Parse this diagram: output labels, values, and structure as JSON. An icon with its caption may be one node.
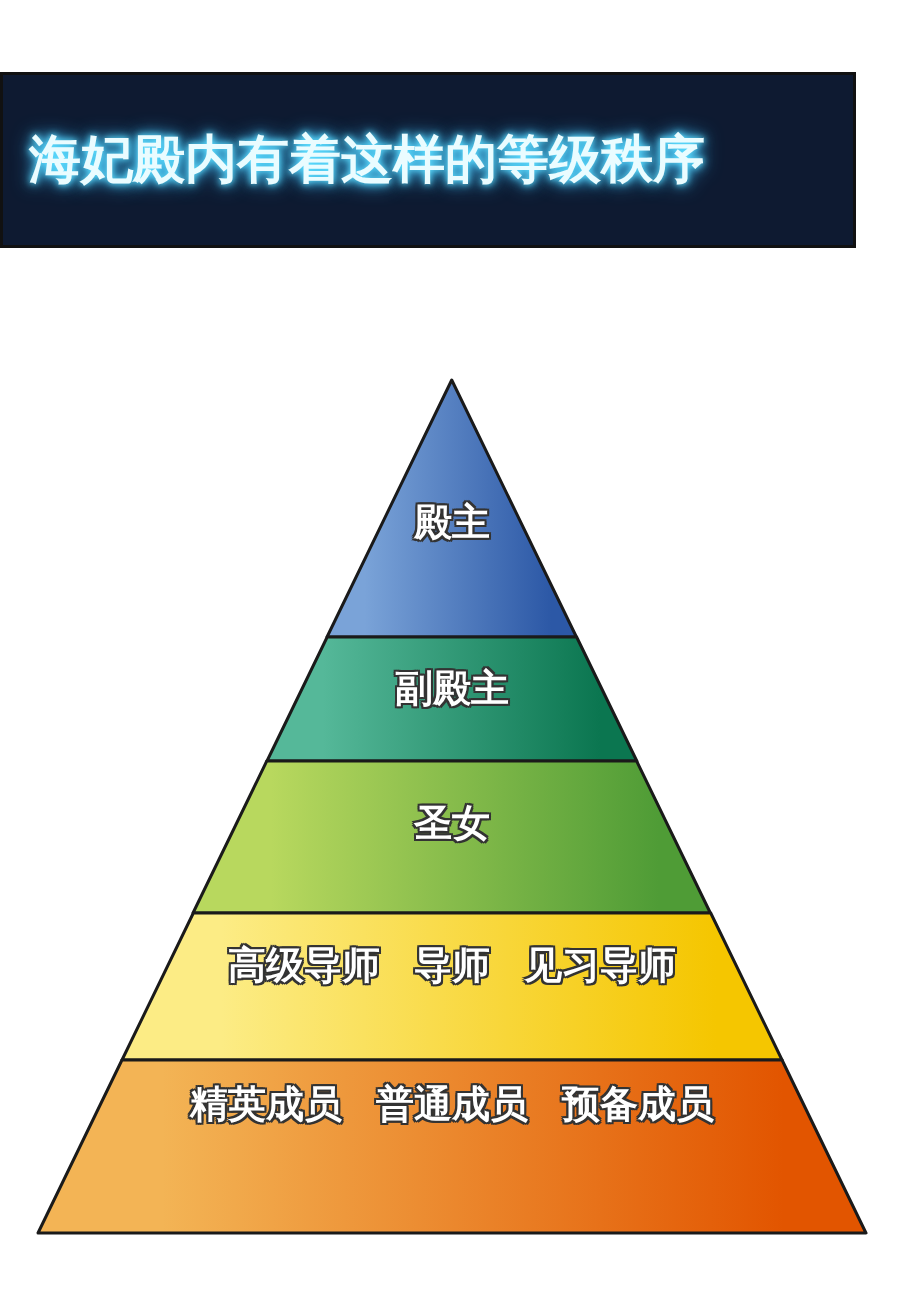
{
  "diagram": {
    "title": "海妃殿内有着这样的等级秩序",
    "nodes": [
      {
        "text": [
          "殿主"
        ]
      },
      {
        "text": [
          "副殿主"
        ]
      },
      {
        "text": [
          "圣女"
        ]
      },
      {
        "text": [
          "高级导师",
          "导师",
          "见习导师"
        ]
      },
      {
        "text": [
          "精英成员",
          "普通成员",
          "预备成员"
        ]
      }
    ]
  }
}
